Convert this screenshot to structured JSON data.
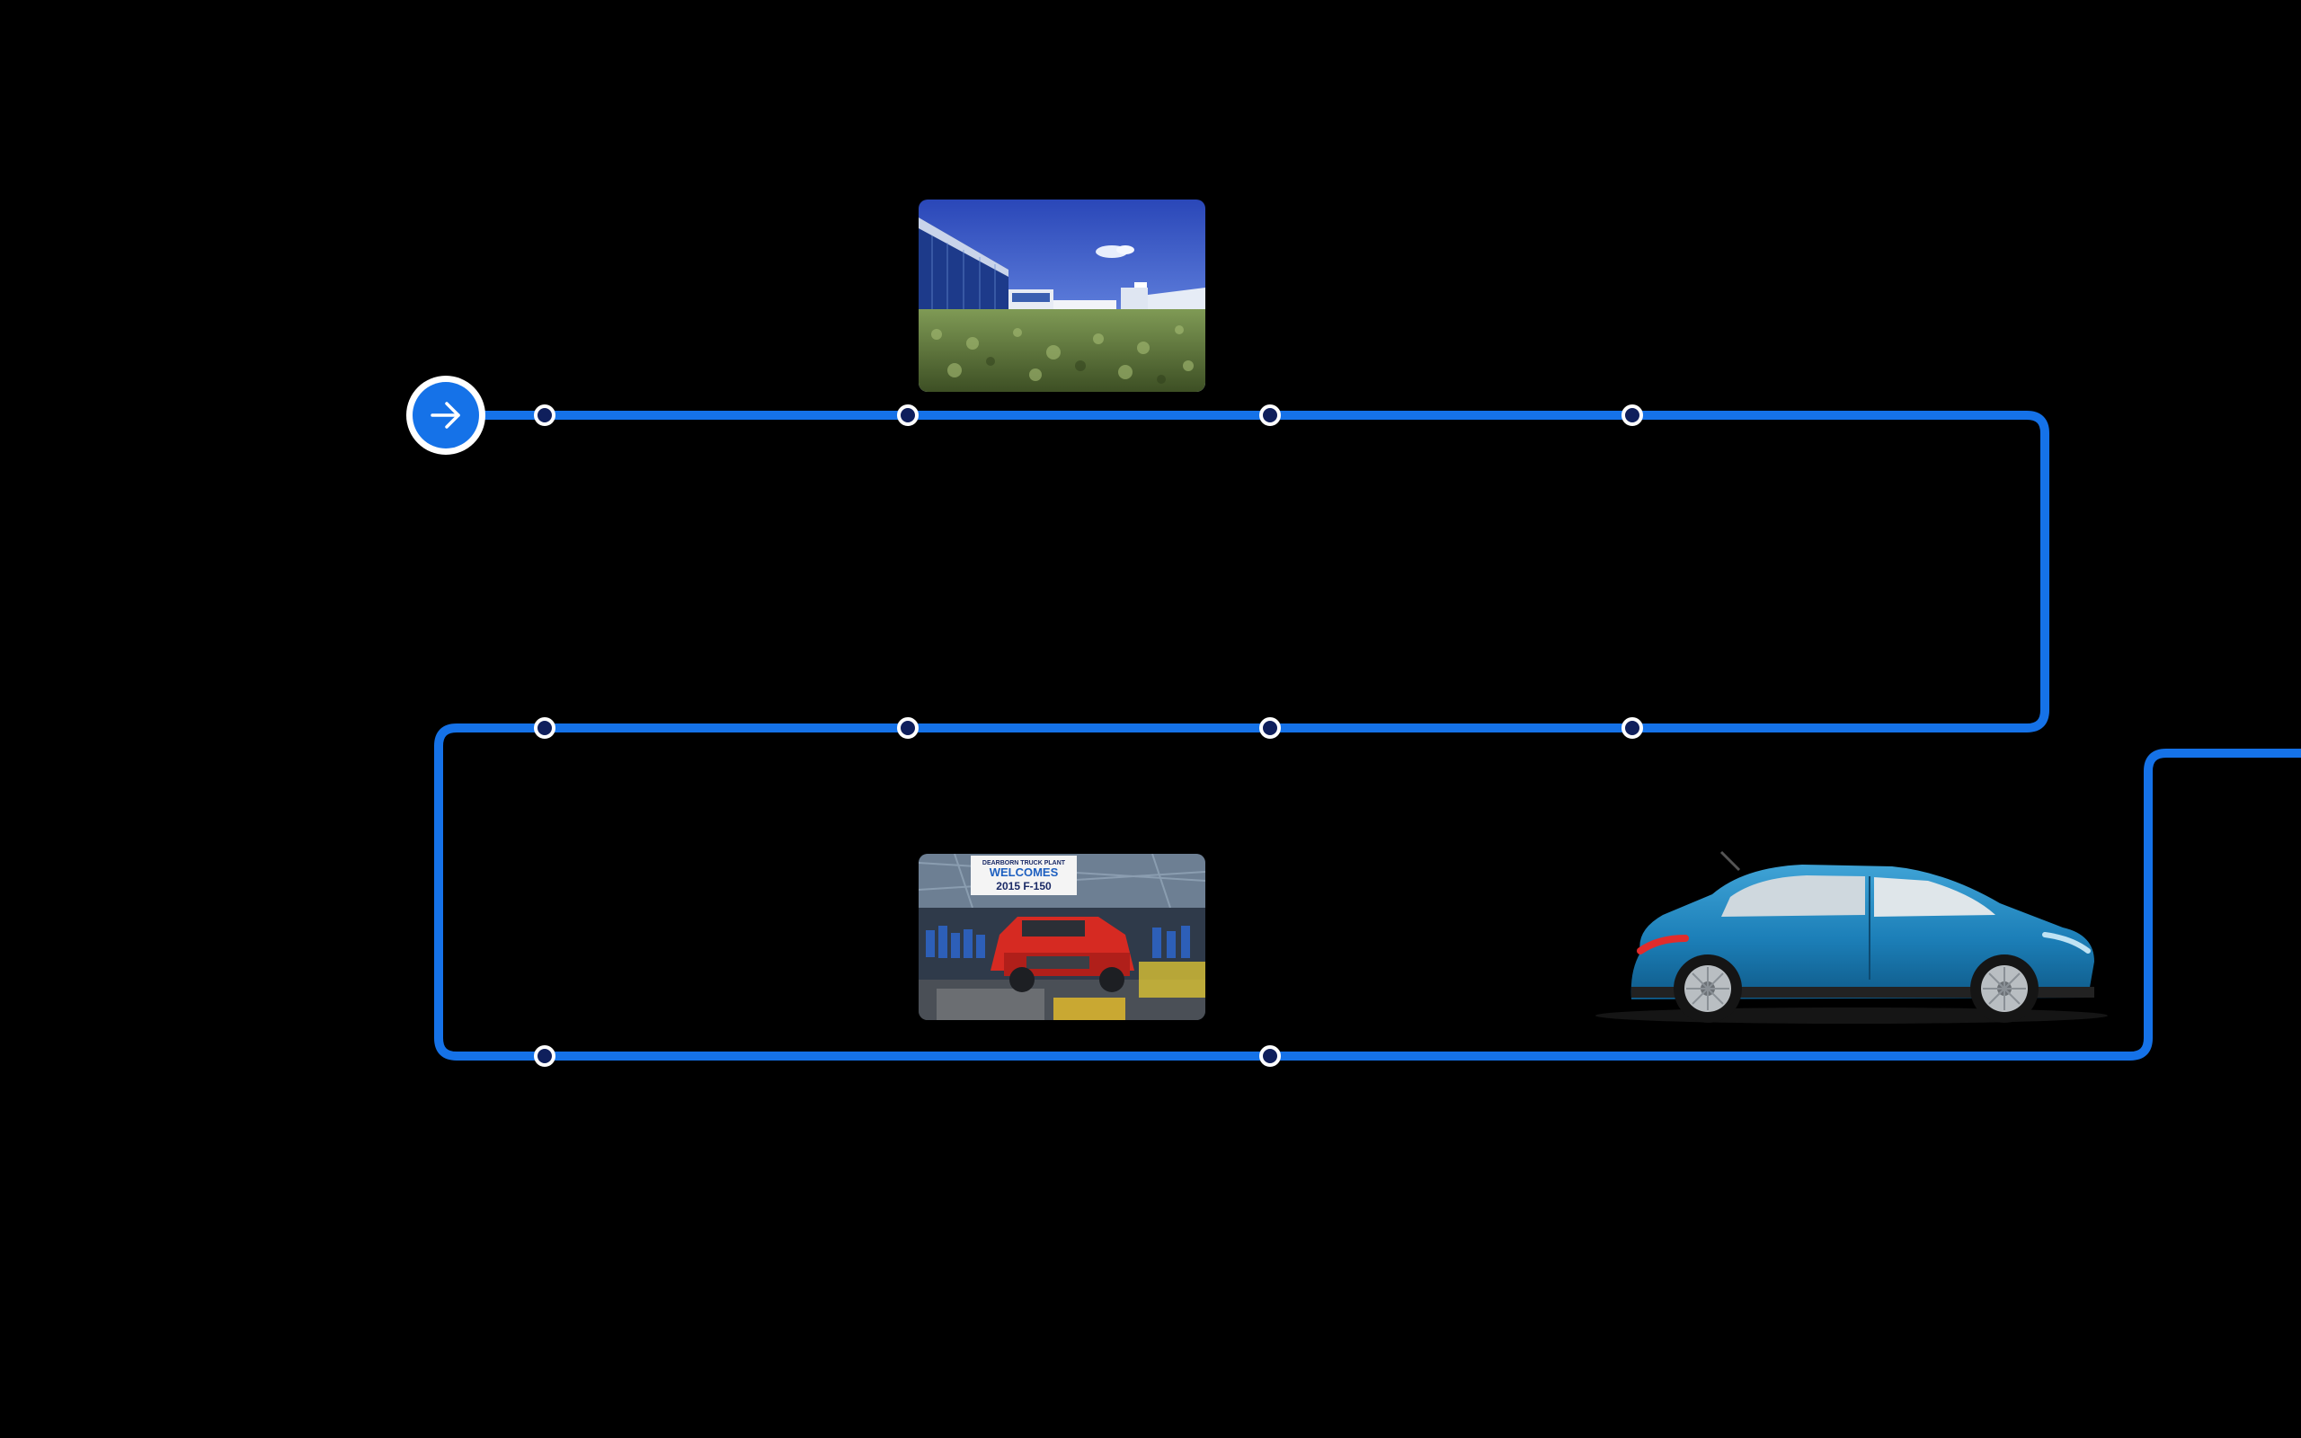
{
  "colors": {
    "background": "#000000",
    "track": "#1572e8",
    "node_fill": "#0f1f5c",
    "node_ring": "#ffffff",
    "start_button": "#1572e8"
  },
  "start_button": {
    "icon": "arrow-right-icon"
  },
  "timeline": {
    "rows": [
      {
        "name": "row-1",
        "stop_count": 4
      },
      {
        "name": "row-2",
        "stop_count": 4
      },
      {
        "name": "row-3",
        "stop_count": 2
      }
    ]
  },
  "media": [
    {
      "name": "photo-building-green-roof",
      "banner_lines": []
    },
    {
      "name": "photo-truck-plant-f150",
      "banner_lines": [
        "DEARBORN TRUCK PLANT",
        "WELCOMES",
        "2015 F-150"
      ]
    },
    {
      "name": "photo-blue-hatchback",
      "banner_lines": []
    }
  ]
}
